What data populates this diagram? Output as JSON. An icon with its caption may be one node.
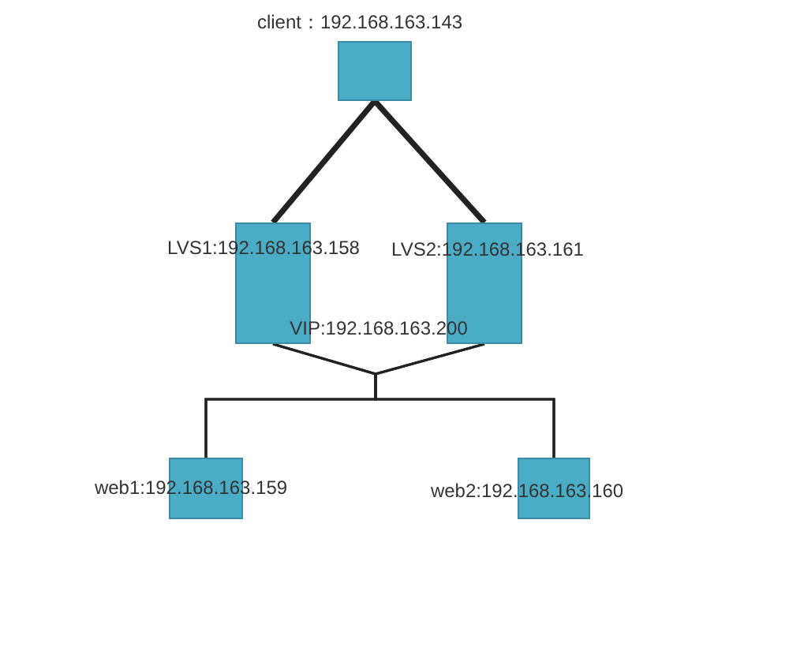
{
  "diagram": {
    "nodes": [
      {
        "text": [
          "client：192.168.163.143"
        ]
      },
      {
        "text": [
          "LVS1:192.168.163.158"
        ]
      },
      {
        "text": [
          "LVS2:192.168.163.161"
        ]
      },
      {
        "text": [
          "web1:192.168.163.159"
        ]
      },
      {
        "text": [
          "web2:192.168.163.160"
        ]
      }
    ],
    "edges": [
      {
        "from": 0,
        "to": 1,
        "arrow": "none",
        "style": "thick"
      },
      {
        "from": 0,
        "to": 2,
        "arrow": "none",
        "style": "thick"
      },
      {
        "from": 1,
        "to": 3,
        "arrow": "none"
      },
      {
        "from": 1,
        "to": 4,
        "arrow": "none"
      },
      {
        "from": 2,
        "to": 3,
        "arrow": "none"
      },
      {
        "from": 2,
        "to": 4,
        "arrow": "none"
      }
    ],
    "labels": [
      "VIP:192.168.163.200"
    ]
  }
}
